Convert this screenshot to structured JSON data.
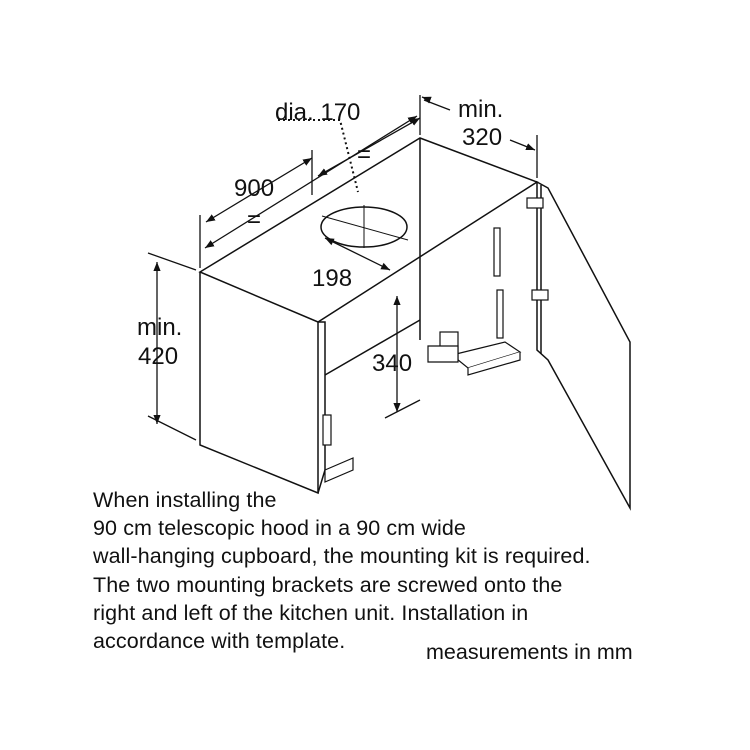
{
  "dimensions": {
    "duct_diameter": "dia. 170",
    "min_label": "min.",
    "depth_value": "320",
    "width_value": "900",
    "equal_sign": "=",
    "offset_value": "198",
    "height_value": "420",
    "inner_height_value": "340"
  },
  "note_lines": [
    "When installing the",
    "90 cm telescopic hood in a 90 cm wide",
    "wall-hanging cupboard, the mounting kit is required.",
    "The two mounting brackets are screwed onto the",
    "right and left of the kitchen unit. Installation in",
    "accordance with template."
  ],
  "units_note": "measurements in mm"
}
